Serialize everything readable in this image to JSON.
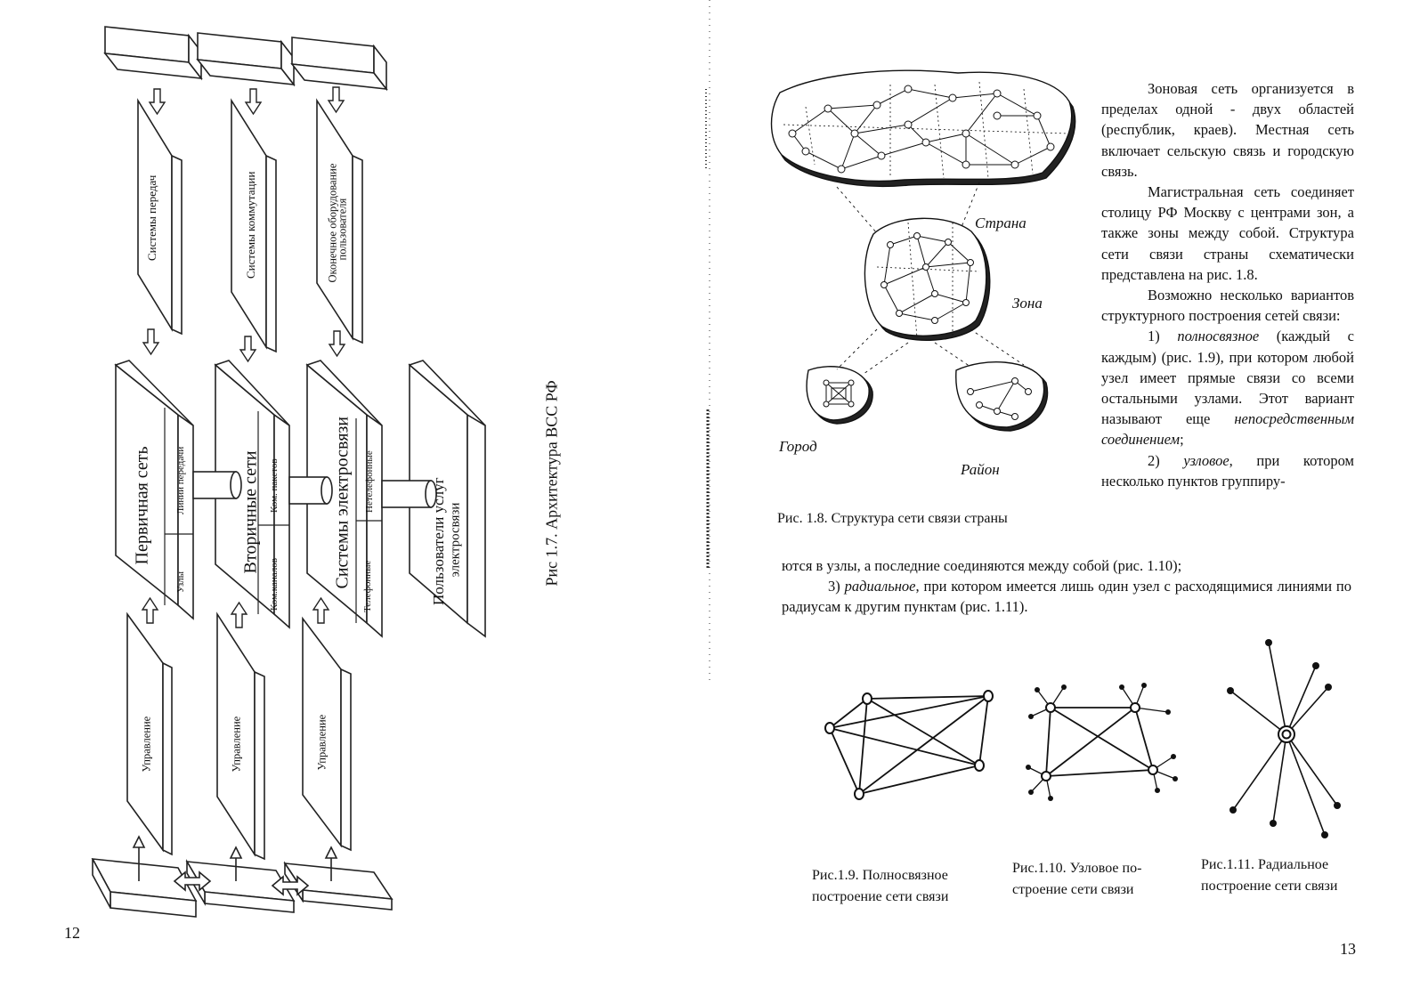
{
  "left_page": {
    "page_number": "12",
    "figure_caption": "Рис 1.7. Архитектура ВСС РФ",
    "blocks": {
      "transmission_systems": "Системы передач",
      "switching_systems": "Системы коммутации",
      "terminal_equipment_line1": "Оконечное оборудование",
      "terminal_equipment_line2": "пользователя",
      "primary_network": "Первичная сеть",
      "primary_nodes": "Узлы",
      "primary_lines": "Линии передачи",
      "secondary_networks": "Вторичные сети",
      "channel_switching": "Ком.каналов",
      "packet_switching": "Ком. пакетов",
      "telecom_systems": "Системы электросвязи",
      "telephone": "Телефонные",
      "non_telephone": "Нетелефонные",
      "service_users_line1": "Пользователи услуг",
      "service_users_line2": "электросвязи",
      "management_1": "Управление",
      "management_2": "Управление",
      "management_3": "Управление"
    }
  },
  "right_page": {
    "page_number": "13",
    "map_labels": {
      "country": "Страна",
      "zone": "Зона",
      "city": "Город",
      "district": "Район"
    },
    "fig_1_8_caption": "Рис. 1.8. Структура сети связи страны",
    "column_paragraphs": [
      {
        "text": "Зоновая сеть организуется в пределах одной - двух областей (республик, краев). Местная сеть включает сельскую связь и городскую связь."
      },
      {
        "text": "Магистральная сеть соединяет столицу РФ Москву с центрами зон, а также зоны между собой. Структура сети связи страны схематически представлена на рис. 1.8."
      },
      {
        "text": "Возможно несколько вариантов структурного построения сетей связи:"
      },
      {
        "prefix": "1) ",
        "term": "полносвязное",
        "text": " (каждый с каждым) (рис. 1.9), при котором любой узел имеет прямые связи со всеми остальными узлами. Этот вариант называют еще ",
        "term2": "непосредственным соединением",
        "suffix": ";"
      },
      {
        "prefix": "2) ",
        "term": "узловое",
        "text": ", при котором несколько пунктов группиру-"
      }
    ],
    "wide_lines": [
      {
        "text": "ются в узлы, а последние соединяются между собой (рис. 1.10);"
      },
      {
        "prefix": "3) ",
        "term": "радиальное",
        "text": ", при котором имеется лишь один узел с расходящимися линиями по радиусам к другим пунктам (рис. 1.11)."
      }
    ],
    "fig_1_9_caption_line1": "Рис.1.9. Полносвязное",
    "fig_1_9_caption_line2": "построение сети связи",
    "fig_1_10_caption_line1": "Рис.1.10. Узловое по-",
    "fig_1_10_caption_line2": "строение сети связи",
    "fig_1_11_caption_line1": "Рис.1.11. Радиальное",
    "fig_1_11_caption_line2": "построение сети связи"
  }
}
